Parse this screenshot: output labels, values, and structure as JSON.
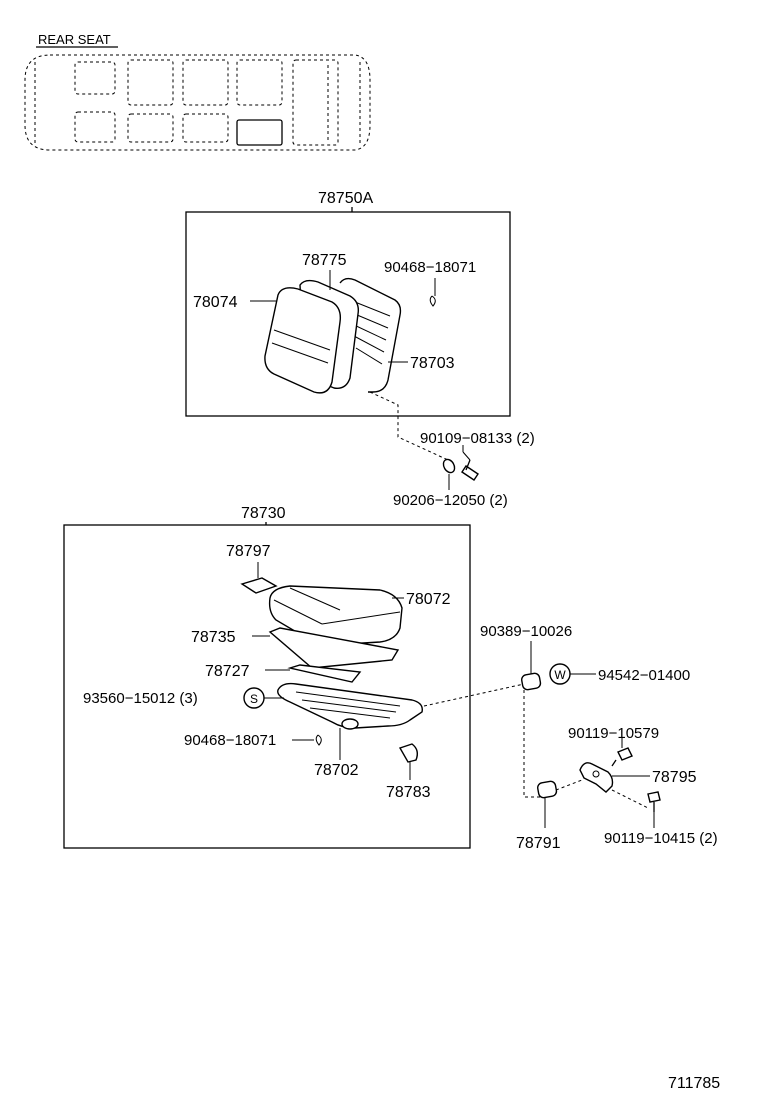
{
  "header": {
    "title": "REAR SEAT"
  },
  "groups": {
    "seatback_assembly": "78750A",
    "cushion_assembly": "78730"
  },
  "parts": {
    "p78775": "78775",
    "p90468_upper": "90468−18071",
    "p78074": "78074",
    "p78703": "78703",
    "p90109": "90109−08133 (2)",
    "p90206": "90206−12050 (2)",
    "p78797": "78797",
    "p78072": "78072",
    "p78735": "78735",
    "p78727": "78727",
    "p93560": "93560−15012 (3)",
    "p90468_lower": "90468−18071",
    "p78702": "78702",
    "p78783": "78783",
    "p90389": "90389−10026",
    "p94542": "94542−01400",
    "p90119_10579": "90119−10579",
    "p78795": "78795",
    "p78791": "78791",
    "p90119_10415": "90119−10415 (2)"
  },
  "markers": {
    "s_mark": "S",
    "w_mark": "W"
  },
  "footer": {
    "diagram_number": "711785"
  }
}
